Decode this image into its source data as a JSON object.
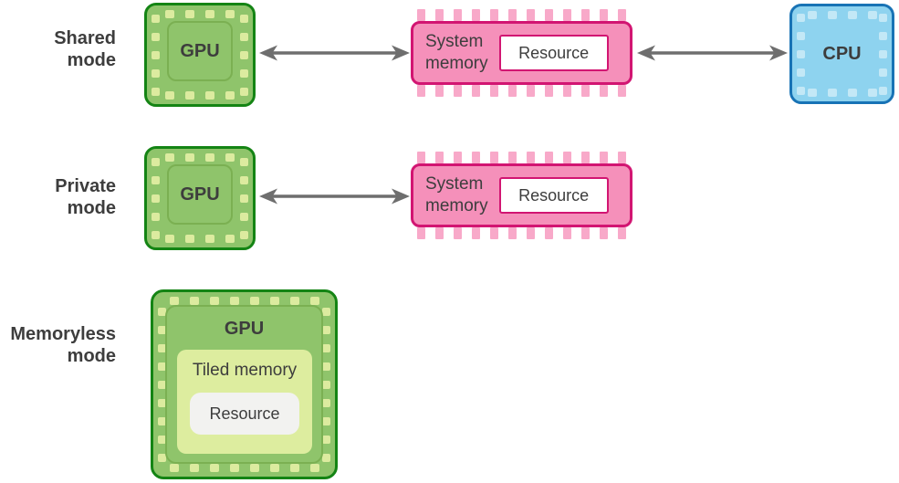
{
  "rows": [
    {
      "mode_label": "Shared\nmode",
      "gpu_label": "GPU",
      "memory_label": "System\nmemory",
      "resource_label": "Resource",
      "cpu_label": "CPU"
    },
    {
      "mode_label": "Private\nmode",
      "gpu_label": "GPU",
      "memory_label": "System\nmemory",
      "resource_label": "Resource"
    },
    {
      "mode_label": "Memoryless\nmode",
      "gpu_label": "GPU",
      "tiled_memory_label": "Tiled memory",
      "resource_label": "Resource"
    }
  ],
  "colors": {
    "gpu_fill": "#8fc46b",
    "gpu_border": "#148414",
    "gpu_inner_border": "#7bb052",
    "gpu_pin": "#dceb9f",
    "memory_fill": "#f590ba",
    "memory_border": "#d21572",
    "memory_pin": "#f8a9c9",
    "cpu_fill": "#8ed3ef",
    "cpu_border": "#1873b5",
    "cpu_pin": "#c3e8f6",
    "tiled_fill": "#dded9f",
    "resource_gray": "#f2f2f0",
    "arrow": "#6e6e6e",
    "text": "#3d3d3d"
  }
}
